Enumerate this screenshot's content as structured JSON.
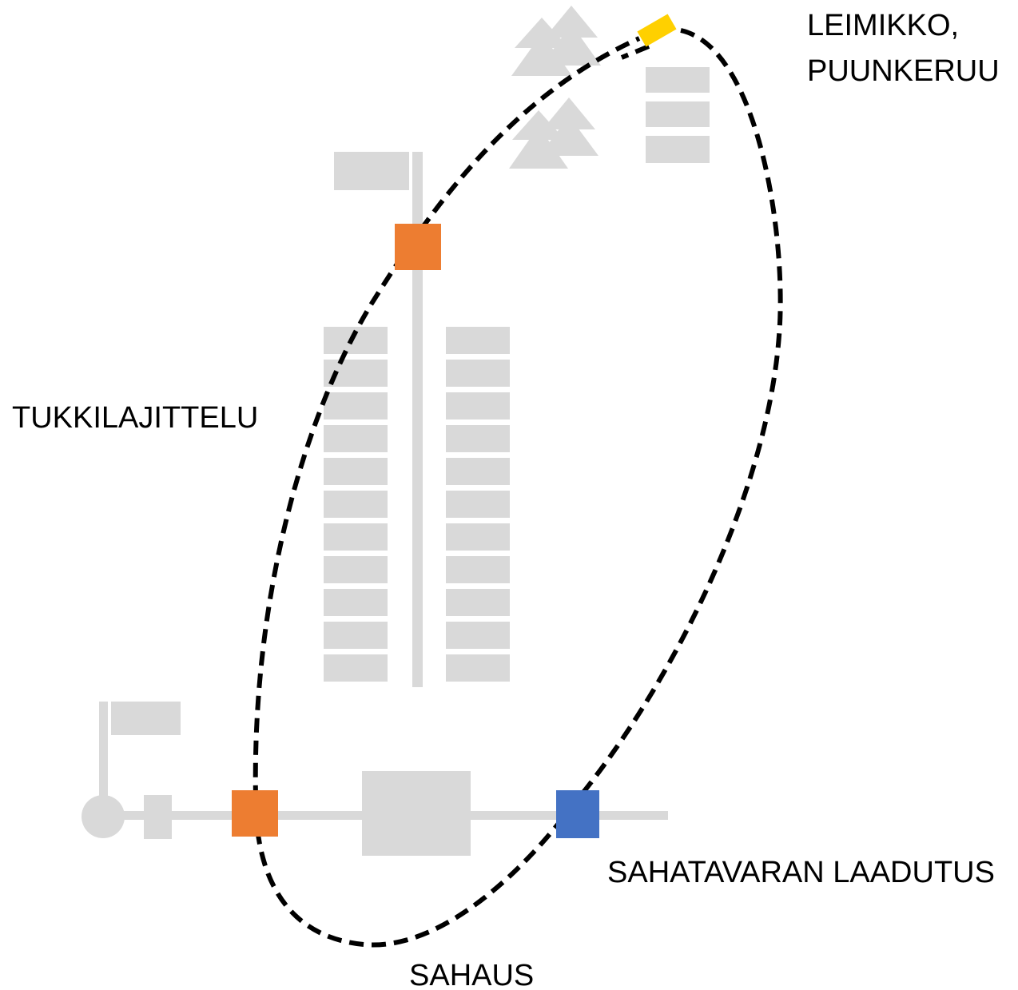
{
  "labels": {
    "leimikko_line1": "LEIMIKKO,",
    "leimikko_line2": "PUUNKERUU",
    "tukkilajittelu": "TUKKILAJITTELU",
    "sahatavaran_laadutus": "SAHATAVARAN LAADUTUS",
    "sahaus": "SAHAUS"
  },
  "colors": {
    "background": "#ffffff",
    "infrastructure": "#d9d9d9",
    "loop_path": "#000000",
    "checkpoint_orange": "#ed7d31",
    "checkpoint_blue": "#4472c4",
    "harvester_yellow": "#ffd000"
  },
  "icons": {
    "trees": "tree-icon",
    "harvester": "harvester-icon",
    "checkpoint": "square-marker"
  }
}
